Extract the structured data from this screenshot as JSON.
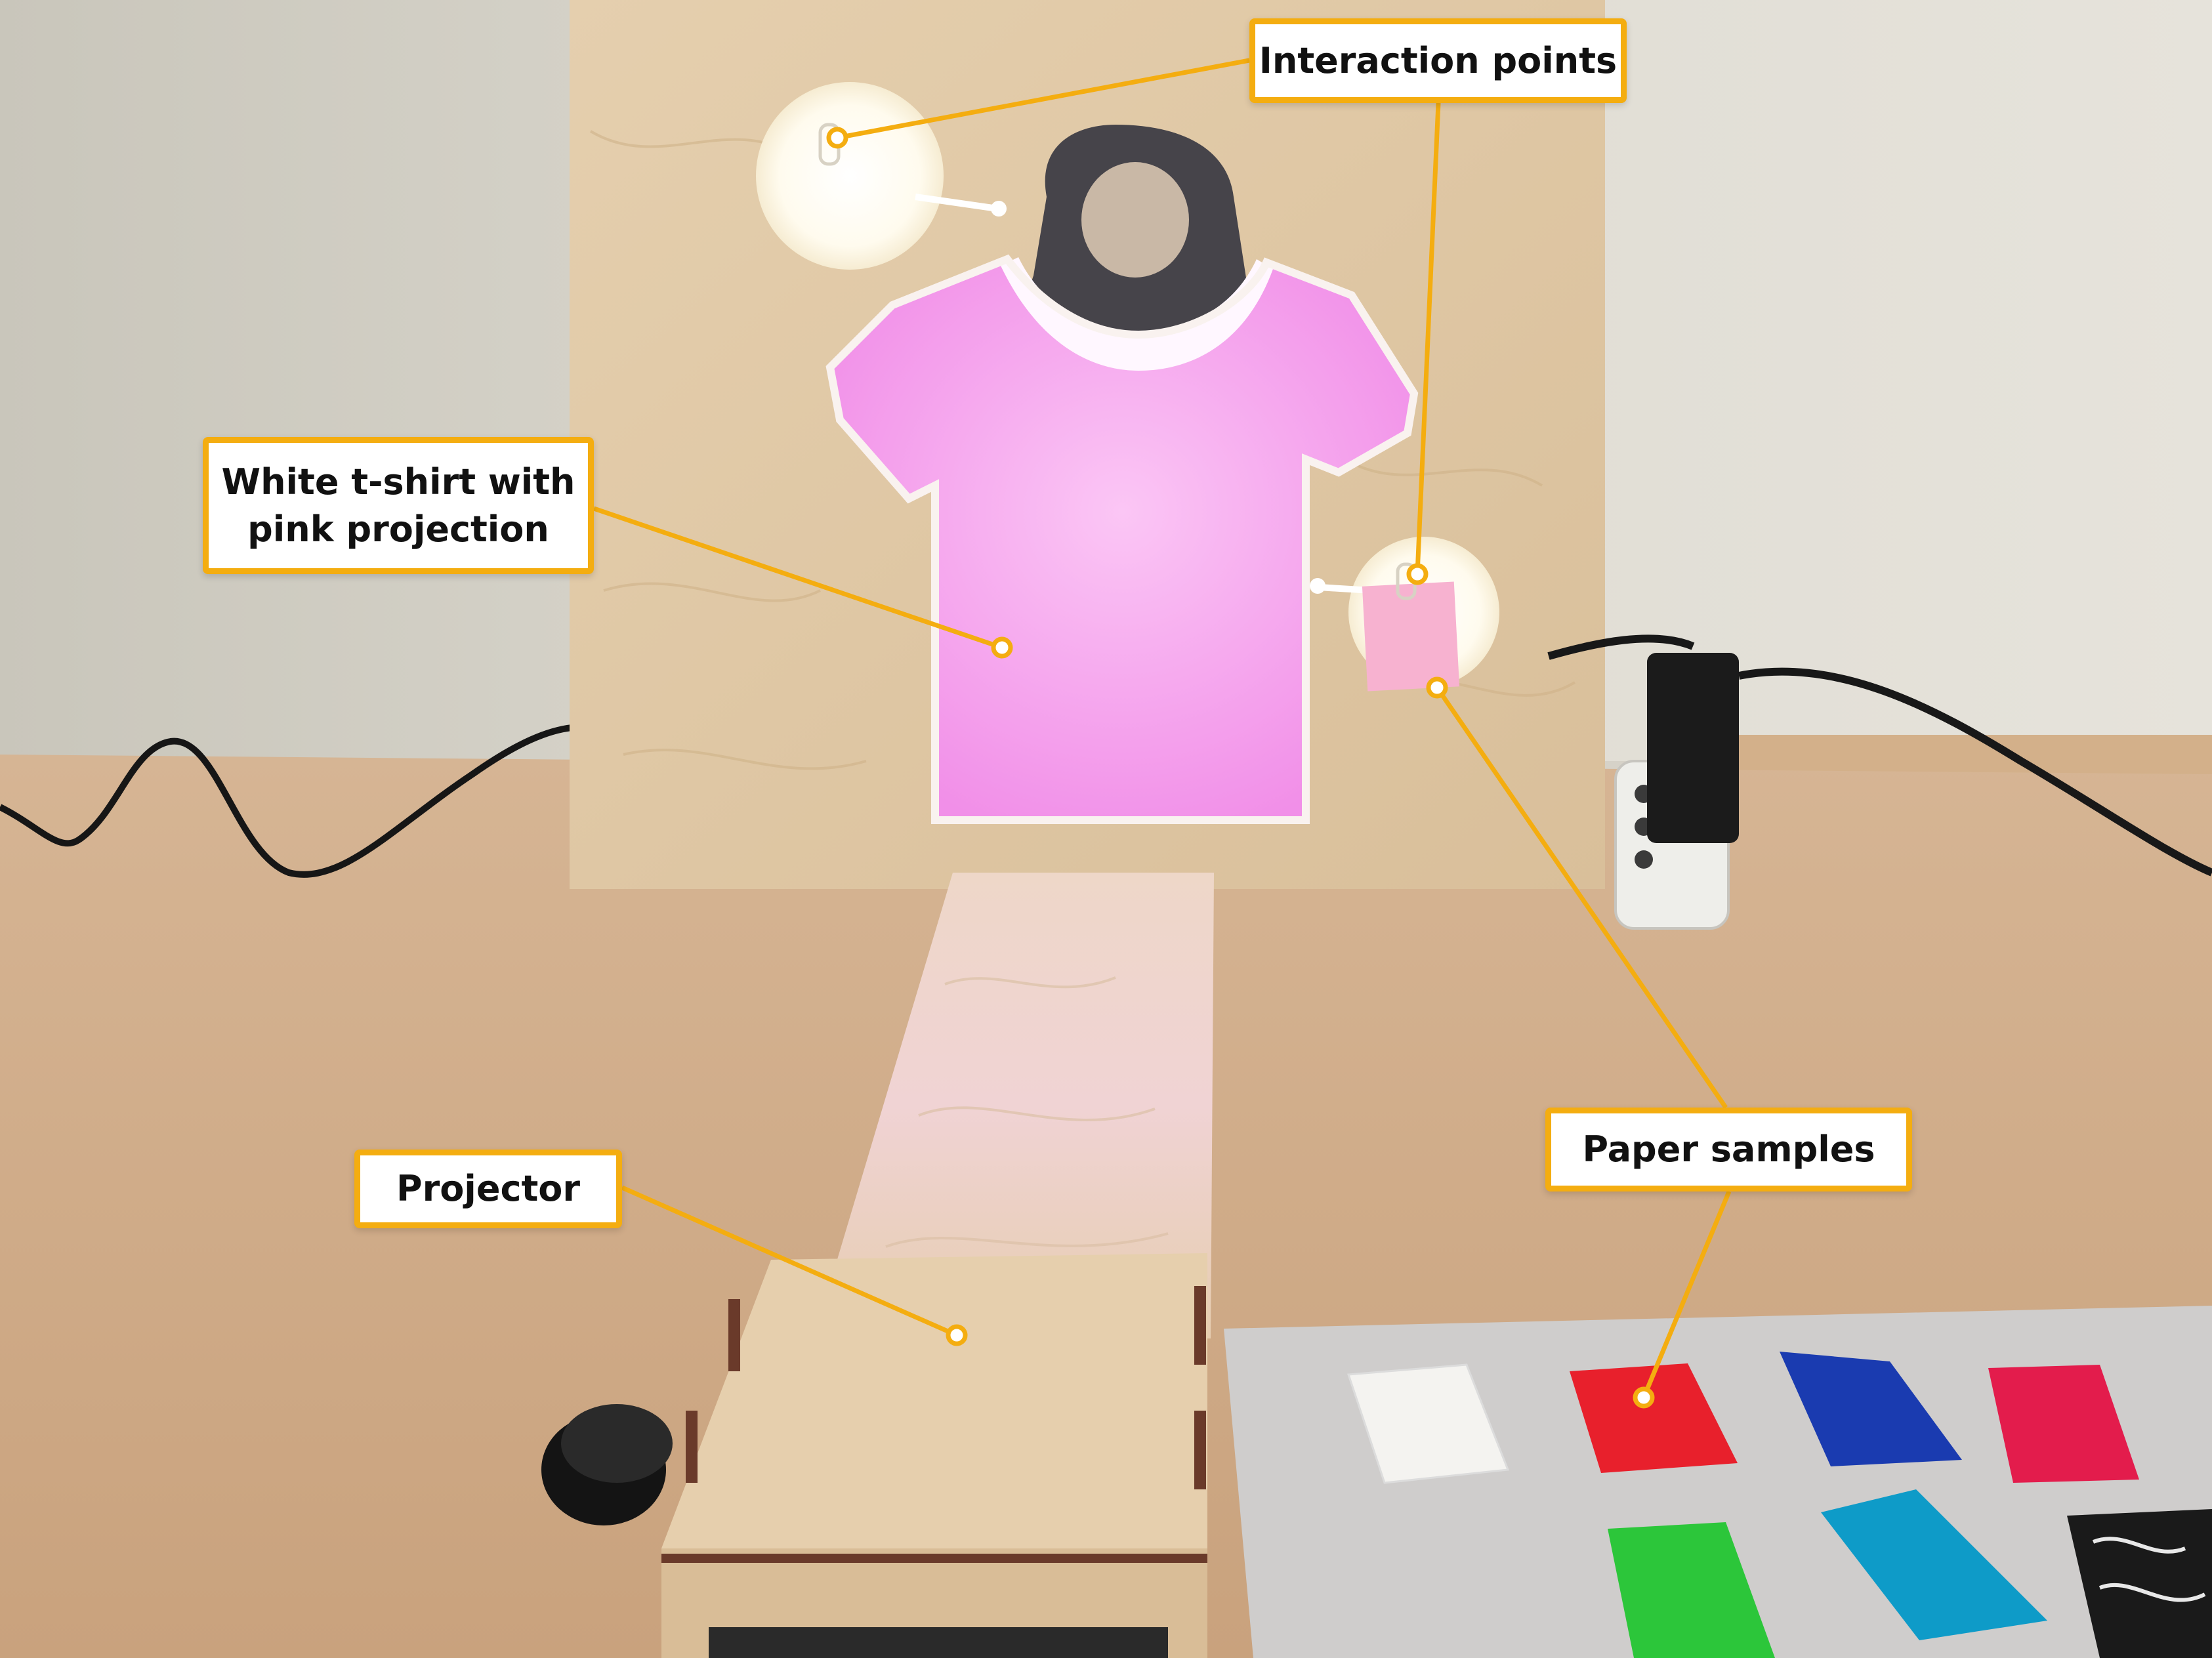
{
  "annotations": {
    "interaction_points": "Interaction points",
    "tshirt_line1": "White t-shirt with",
    "tshirt_line2": "pink projection",
    "projector": "Projector",
    "paper_samples": "Paper samples"
  },
  "colors": {
    "accent": "#f4ad10",
    "label_bg": "#ffffff",
    "label_text": "#111111",
    "wall": "#d9d6cc",
    "desk": "#d8b998",
    "plywood": "#e2c9a6",
    "projection_pink": "#f7a2ef",
    "board_grey": "#cfcdcc"
  },
  "swatches": [
    {
      "name": "white-swatch",
      "color": "#f4f3f0"
    },
    {
      "name": "red-swatch",
      "color": "#e8202c"
    },
    {
      "name": "blue-swatch",
      "color": "#1a3bb0"
    },
    {
      "name": "crimson-swatch",
      "color": "#e31c4c"
    },
    {
      "name": "green-swatch",
      "color": "#2cc63a"
    },
    {
      "name": "teal-swatch",
      "color": "#0e9bc8"
    },
    {
      "name": "black-lace-swatch",
      "color": "#1a1a1a"
    }
  ]
}
